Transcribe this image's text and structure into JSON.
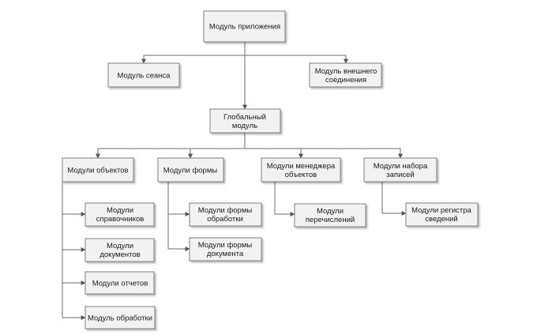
{
  "nodes": {
    "app_module": [
      "Модуль приложения"
    ],
    "session_module": [
      "Модуль сеанса"
    ],
    "ext_conn_module": [
      "Модуль внешнего",
      "соединения"
    ],
    "global_module": [
      "Глобальный",
      "модуль"
    ],
    "object_modules": [
      "Модули объектов"
    ],
    "form_modules": [
      "Модули формы"
    ],
    "manager_modules": [
      "Модули менеджера",
      "объектов"
    ],
    "recordset_modules": [
      "Модули набора",
      "записей"
    ],
    "catalog_modules": [
      "Модули",
      "справочников"
    ],
    "document_modules": [
      "Модули",
      "документов"
    ],
    "report_modules": [
      "Модули отчетов"
    ],
    "processing_module": [
      "Модуль обработки"
    ],
    "processing_form_modules": [
      "Модули формы",
      "обработки"
    ],
    "document_form_modules": [
      "Модули формы",
      "документа"
    ],
    "enum_modules": [
      "Модули",
      "перечислений"
    ],
    "register_modules": [
      "Модули регистра",
      "сведений"
    ]
  }
}
